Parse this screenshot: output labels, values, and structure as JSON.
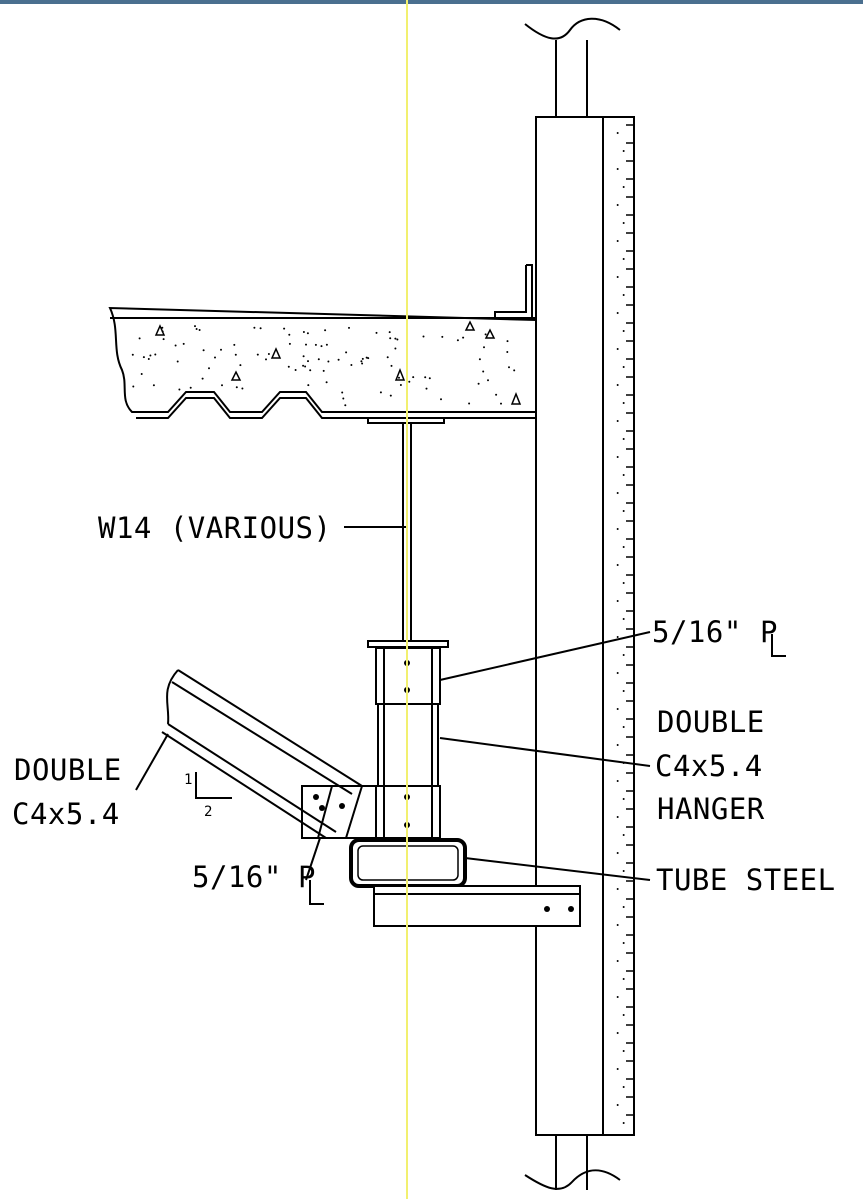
{
  "colors": {
    "frame": "#4a6f8f",
    "centerline": "#f2f070",
    "ink": "#000000",
    "paper": "#ffffff"
  },
  "labels": {
    "w14": "W14 (VARIOUS)",
    "plate_top_size": "5/16\"",
    "plate_symbol": "P",
    "hanger_line1": "DOUBLE",
    "hanger_line2": "C4x5.4",
    "hanger_line3": "HANGER",
    "tube": "TUBE STEEL",
    "brace_line1": "DOUBLE",
    "brace_line2": "C4x5.4",
    "plate_bottom_size": "5/16\"",
    "slope_rise": "1",
    "slope_run": "2"
  }
}
